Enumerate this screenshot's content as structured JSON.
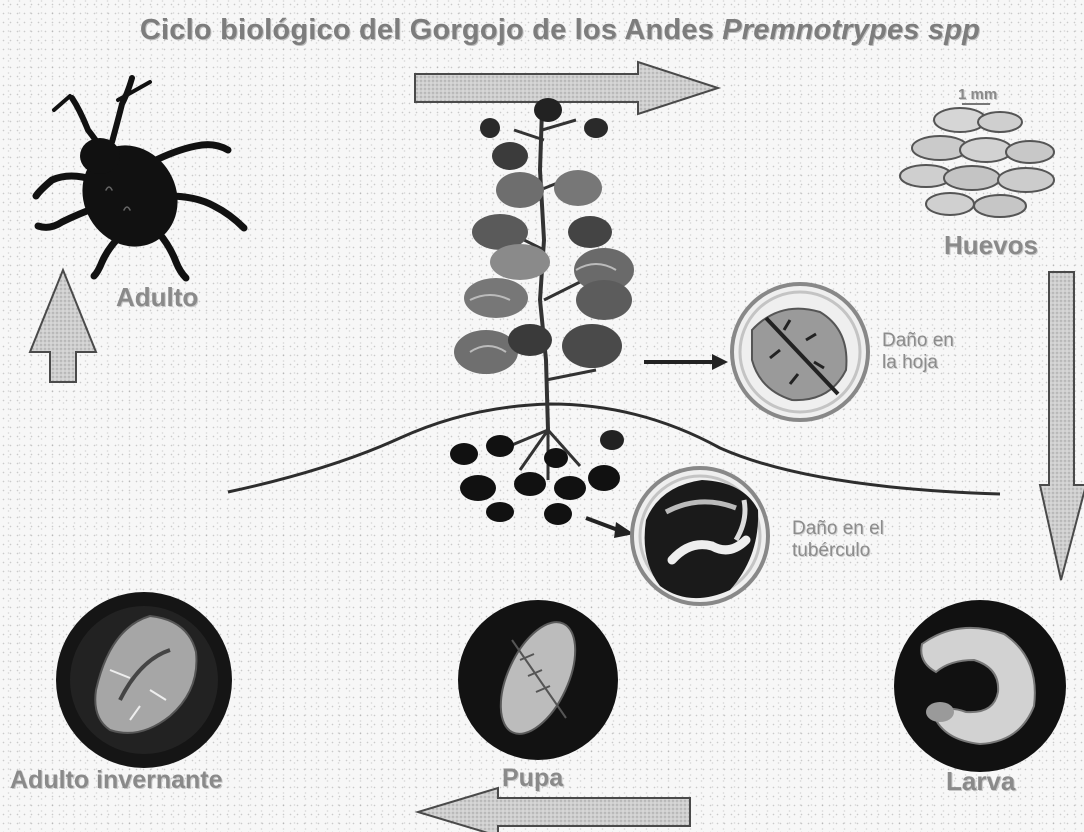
{
  "title": {
    "main": "Ciclo biológico del Gorgojo de los Andes",
    "species": "Premnotrypes spp"
  },
  "stages": {
    "adulto": "Adulto",
    "huevos": "Huevos",
    "larva": "Larva",
    "pupa": "Pupa",
    "adulto_invernante": "Adulto invernante"
  },
  "damage": {
    "hoja_line1": "Daño en",
    "hoja_line2": "la hoja",
    "tuberculo_line1": "Daño en el",
    "tuberculo_line2": "tubérculo"
  },
  "eggs_scale": "1 mm",
  "colors": {
    "arrow_fill": "#c8c8c8",
    "arrow_stroke": "#4a4a4a",
    "dark": "#111111",
    "label": "#8a8a8a"
  },
  "icons": [
    "weevil-adult-icon",
    "eggs-icon",
    "potato-plant-icon",
    "leaf-damage-icon",
    "tuber-damage-icon",
    "larva-icon",
    "pupa-icon",
    "overwintering-adult-icon"
  ]
}
